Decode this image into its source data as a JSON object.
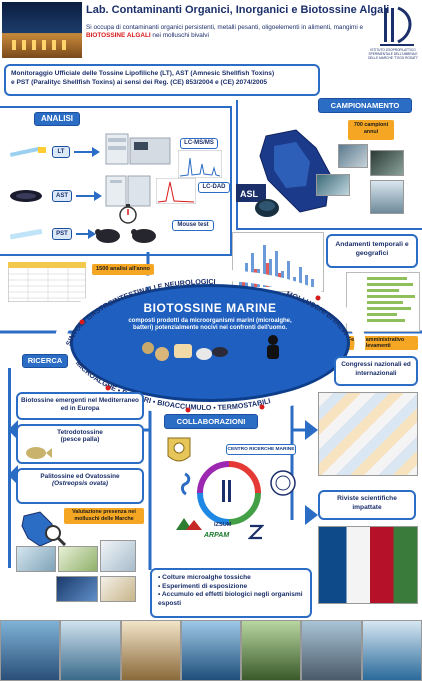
{
  "header": {
    "title": "Lab. Contaminanti Organici, Inorganici e Biotossine Algali",
    "subtitle_part1": "Si occupa di contaminanti organici persistenti, metalli pesanti, oligoelementi in alimenti, mangimi e",
    "subtitle_highlight": "BIOTOSSINE ALGALI",
    "subtitle_part2": "nei molluschi bivalvi",
    "logo_text": "ISTITUTO ZOOPROFILATTICO SPERIMENTALE DELL'UMBRIA E DELLE MARCHE \"TOGO ROSATI\""
  },
  "monitoring": {
    "line1": "Monitoraggio Ufficiale delle Tossine Lipofiliche (LT), AST (Amnesic Shellfish Toxins)",
    "line2": "e PST (Paralityc Shellfish Toxins) ai sensi dei Reg. (CE) 853/2004 e (CE) 2074/2005"
  },
  "analisi": {
    "label": "ANALISI",
    "lt": "LT",
    "ast": "AST",
    "pst": "PST",
    "lcmsms": "LC-MS/MS",
    "lcdad": "LC-DAD",
    "mouse": "Mouse test",
    "count": "1500 analisi all'anno"
  },
  "campionamento": {
    "label": "CAMPIONAMENTO",
    "count": "700 campioni annui"
  },
  "andamenti": {
    "label": "Andamenti temporali e geografici",
    "fermo": "Fermo amministrativo allevamenti"
  },
  "ellipse": {
    "title": "BIOTOSSINE MARINE",
    "desc": "composti prodotti da microorganismi marini (microalghe, batteri) potenzialmente nocivi nei confronti dell'uomo.",
    "ring_top": "SINTOMI GASTROINTESTINALI E NEUROLOGICI",
    "ring_right": "MOLLUSCHI BIVALVI",
    "ring_bottom_left": "MICROALGHE",
    "ring_bottom_mid": "BATTERI",
    "ring_bottom_mid2": "BIOACCUMULO",
    "ring_bottom_right": "TERMOSTABILI"
  },
  "ricerca": {
    "label": "RICERCA",
    "item1": "Biotossine emergenti nel Mediterraneo ed in Europa",
    "item2_line1": "Tetrodotossine",
    "item2_line2": "(pesce palla)",
    "item3_line1": "Palitossine ed Ovatossine",
    "item3_line2": "(Ostreopsis ovata)",
    "valutazione": "Valutazione presenza nei molluschi delle Marche"
  },
  "congressi": {
    "label": "Congressi nazionali ed internazionali"
  },
  "collaborazioni": {
    "label": "COLLABORAZIONI",
    "centro": "CENTRO RICERCHE MARINE",
    "izsum": "IZSUM",
    "arpam": "ARPAM"
  },
  "riviste": {
    "label": "Riviste scientifiche impattate"
  },
  "colture": {
    "items": [
      "Colture microalghe tossiche",
      "Esperimenti di esposizione",
      "Accumulo ed effetti biologici negli organismi esposti"
    ]
  },
  "colors": {
    "primary": "#2b6cc4",
    "dark": "#1b2f6b",
    "orange": "#f5a623",
    "red": "#d81b1b"
  }
}
